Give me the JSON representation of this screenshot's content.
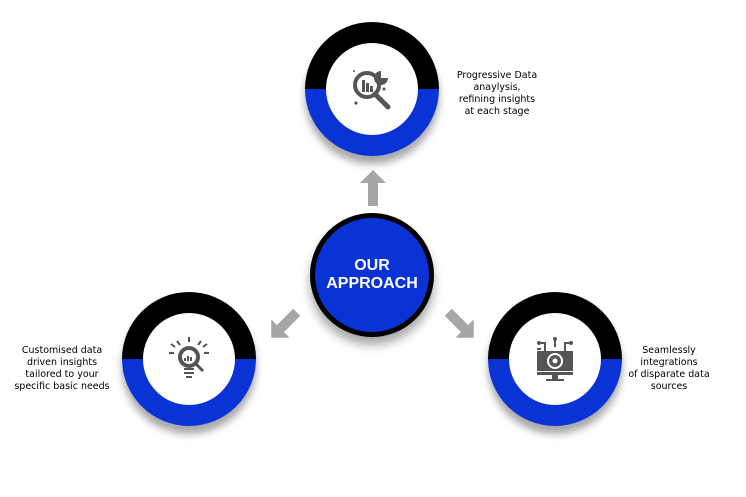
{
  "center": {
    "line1": "OUR",
    "line2": "APPROACH"
  },
  "nodes": [
    {
      "icon": "data-analysis-magnifier-icon",
      "caption": [
        "Progressive Data",
        "anaylysis,",
        "refining insights",
        "at each stage"
      ]
    },
    {
      "icon": "lightbulb-insights-icon",
      "caption": [
        "Customised data",
        "driven insights",
        "tailored to your",
        "specific basic needs"
      ]
    },
    {
      "icon": "monitor-gear-integration-icon",
      "caption": [
        "Seamlessly",
        "integrations",
        "of disparate data",
        "sources"
      ]
    }
  ],
  "colors": {
    "blue": "#0a33d6",
    "black": "#000000",
    "arrow": "#a6a6a6",
    "icon": "#555555"
  }
}
